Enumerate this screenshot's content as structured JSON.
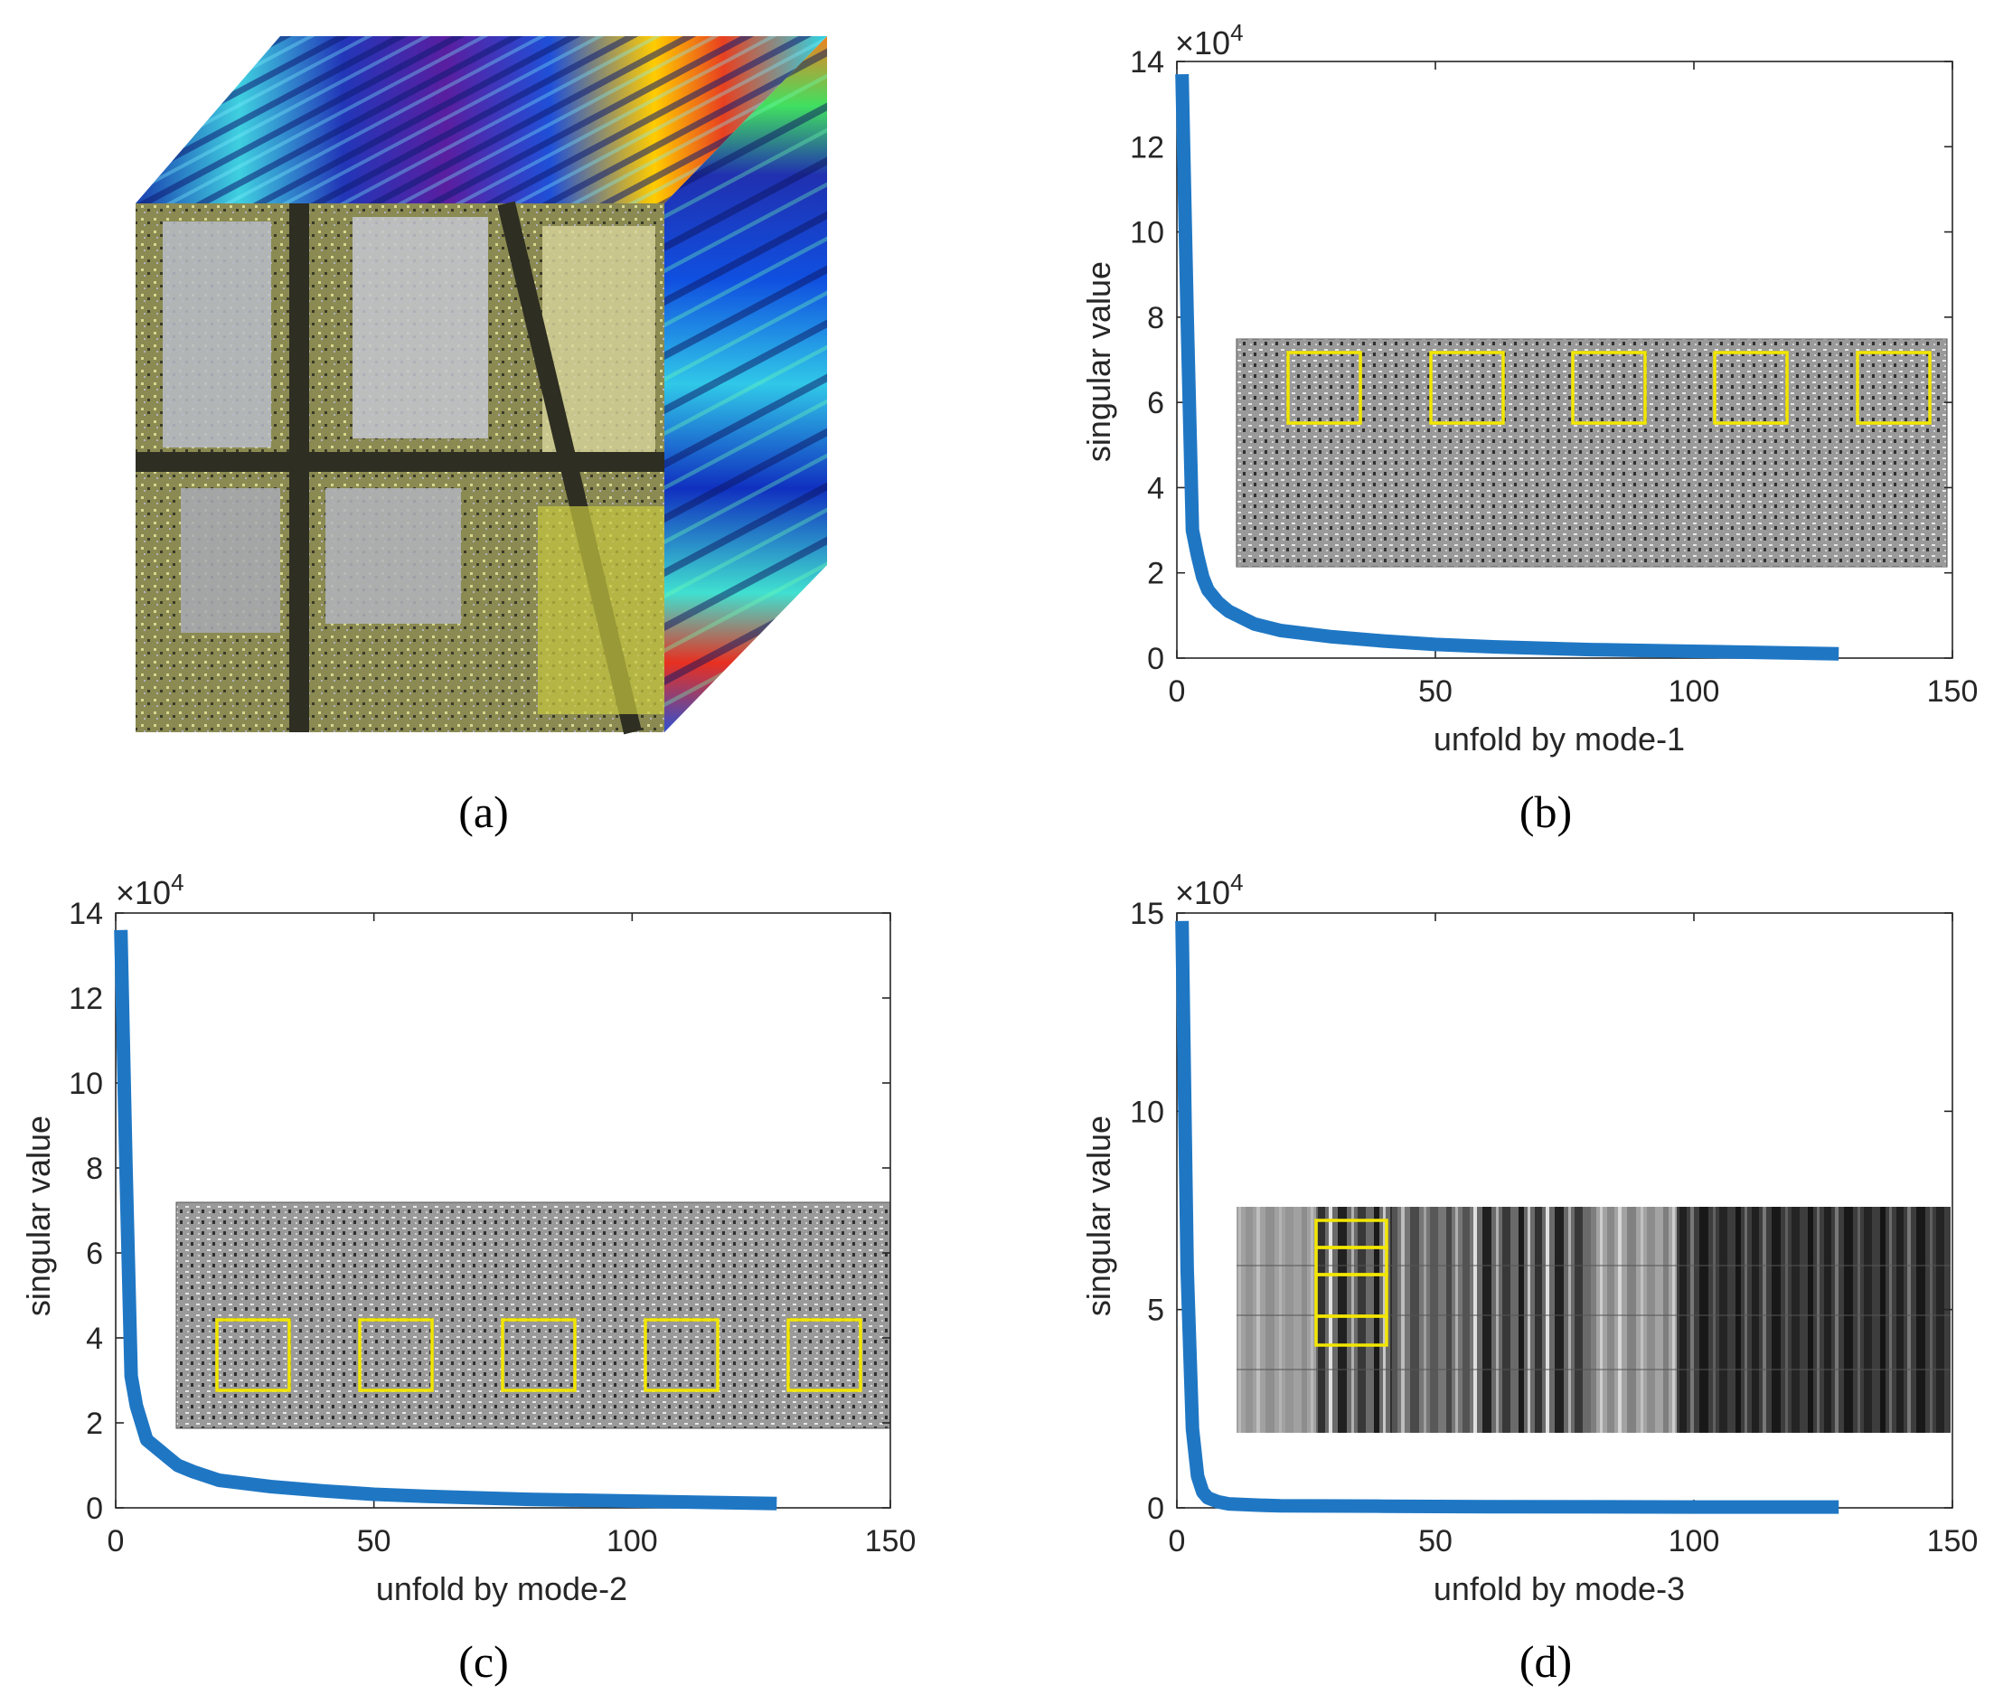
{
  "captions": {
    "a": "(a)",
    "b": "(b)",
    "c": "(c)",
    "d": "(d)"
  },
  "colors": {
    "curve": "#1f77c4",
    "highlight_box": "#f2e600"
  },
  "chart_data": [
    {
      "id": "b",
      "type": "line",
      "xlabel": "unfold by mode-1",
      "ylabel": "singular value",
      "exponent_label": "×10^4",
      "xlim": [
        0,
        150
      ],
      "ylim": [
        0,
        14
      ],
      "xticks": [
        0,
        50,
        100,
        150
      ],
      "yticks": [
        0,
        2,
        4,
        6,
        8,
        10,
        12,
        14
      ],
      "grid": false,
      "x": [
        1,
        2,
        3,
        4,
        5,
        6,
        8,
        10,
        15,
        20,
        30,
        40,
        50,
        60,
        80,
        100,
        128
      ],
      "y": [
        13.7,
        8.0,
        3.0,
        2.4,
        1.9,
        1.6,
        1.3,
        1.1,
        0.8,
        0.65,
        0.5,
        0.4,
        0.32,
        0.27,
        0.2,
        0.16,
        0.1
      ],
      "inset": "mode-1 unfolded band images with highlighted patches",
      "highlight_count": 5
    },
    {
      "id": "c",
      "type": "line",
      "xlabel": "unfold by mode-2",
      "ylabel": "singular value",
      "exponent_label": "×10^4",
      "xlim": [
        0,
        150
      ],
      "ylim": [
        0,
        14
      ],
      "xticks": [
        0,
        50,
        100,
        150
      ],
      "yticks": [
        0,
        2,
        4,
        6,
        8,
        10,
        12,
        14
      ],
      "grid": false,
      "x": [
        1,
        2,
        3,
        4,
        5,
        6,
        8,
        10,
        12,
        15,
        20,
        30,
        40,
        50,
        60,
        80,
        100,
        128
      ],
      "y": [
        13.6,
        8.0,
        3.1,
        2.4,
        2.0,
        1.6,
        1.4,
        1.2,
        1.0,
        0.85,
        0.65,
        0.5,
        0.4,
        0.32,
        0.27,
        0.2,
        0.16,
        0.1
      ],
      "inset": "mode-2 unfolded band images with highlighted patches",
      "highlight_count": 5
    },
    {
      "id": "d",
      "type": "line",
      "xlabel": "unfold by mode-3",
      "ylabel": "singular value",
      "exponent_label": "×10^4",
      "xlim": [
        0,
        150
      ],
      "ylim": [
        0,
        15
      ],
      "xticks": [
        0,
        50,
        100,
        150
      ],
      "yticks": [
        0,
        5,
        10,
        15
      ],
      "grid": false,
      "x": [
        1,
        2,
        3,
        4,
        5,
        6,
        8,
        10,
        15,
        20,
        40,
        60,
        100,
        128
      ],
      "y": [
        14.8,
        6.0,
        2.0,
        0.8,
        0.4,
        0.25,
        0.15,
        0.1,
        0.07,
        0.05,
        0.04,
        0.03,
        0.02,
        0.02
      ],
      "inset": "mode-3 unfolded spectral image with highlighted patches",
      "highlight_count": 4
    }
  ]
}
